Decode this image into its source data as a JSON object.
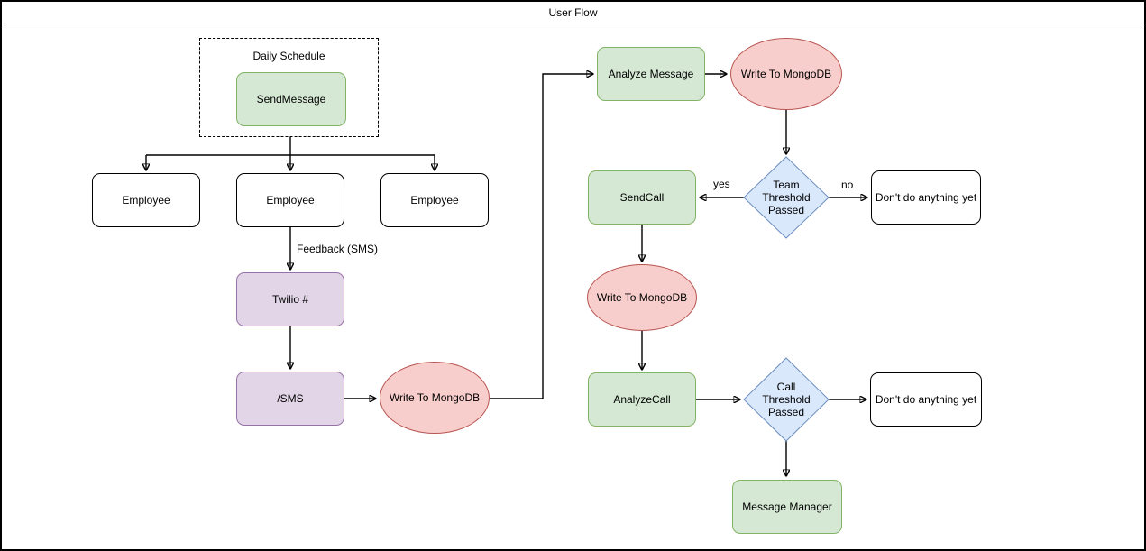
{
  "title": "User Flow",
  "colors": {
    "process_fill": "#d5e8d4",
    "process_border": "#82b366",
    "io_fill": "#e1d5e7",
    "io_border": "#9673a6",
    "storage_fill": "#f8cecc",
    "storage_border": "#b85450",
    "decision_fill": "#dae8fc",
    "decision_border": "#6c8ebf",
    "terminal_fill": "#ffffff",
    "terminal_border": "#000000",
    "edge_color": "#000000",
    "text_color": "#000000"
  },
  "nodes": {
    "daily_schedule": {
      "label": "Daily Schedule"
    },
    "send_message": {
      "label": "SendMessage"
    },
    "employee_1": {
      "label": "Employee"
    },
    "employee_2": {
      "label": "Employee"
    },
    "employee_3": {
      "label": "Employee"
    },
    "twilio": {
      "label": "Twilio #"
    },
    "sms": {
      "label": "/SMS"
    },
    "write_mongo_1": {
      "label": "Write To MongoDB"
    },
    "analyze_message": {
      "label": "Analyze Message"
    },
    "write_mongo_2": {
      "label": "Write To MongoDB"
    },
    "team_threshold": {
      "label": "Team Threshold Passed"
    },
    "send_call": {
      "label": "SendCall"
    },
    "dont_do_1": {
      "label": "Don't do anything yet"
    },
    "write_mongo_3": {
      "label": "Write To MongoDB"
    },
    "analyze_call": {
      "label": "AnalyzeCall"
    },
    "call_threshold": {
      "label": "Call Threshold Passed"
    },
    "dont_do_2": {
      "label": "Don't do anything yet"
    },
    "message_manager": {
      "label": "Message Manager"
    }
  },
  "edge_labels": {
    "feedback": "Feedback (SMS)",
    "yes": "yes",
    "no": "no"
  }
}
